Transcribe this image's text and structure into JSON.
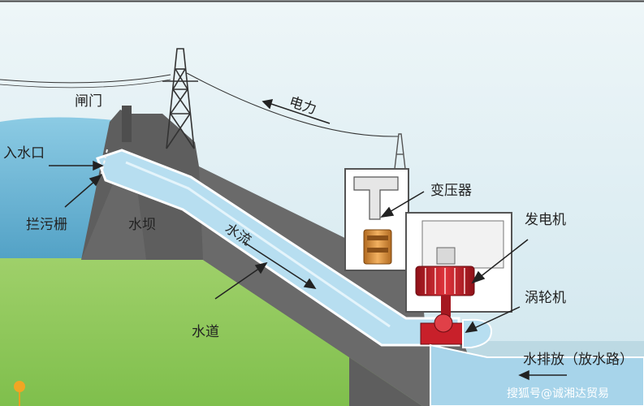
{
  "labels": {
    "gate": "闸门",
    "intake": "入水口",
    "trash_rack": "拦污栅",
    "dam": "水坝",
    "water_flow": "水流",
    "penstock": "水道",
    "power": "电力",
    "transformer": "变压器",
    "generator": "发电机",
    "turbine": "涡轮机",
    "outflow": "水排放（放水路）"
  },
  "watermark": "搜狐号@诚湘达贸易",
  "colors": {
    "sky": "#ddeef2",
    "reservoir": "#6fb4d2",
    "dam": "#5c5c5c",
    "water": "#a9d6ec",
    "grass": "#8fc85b",
    "generator_red": "#c8202a"
  }
}
